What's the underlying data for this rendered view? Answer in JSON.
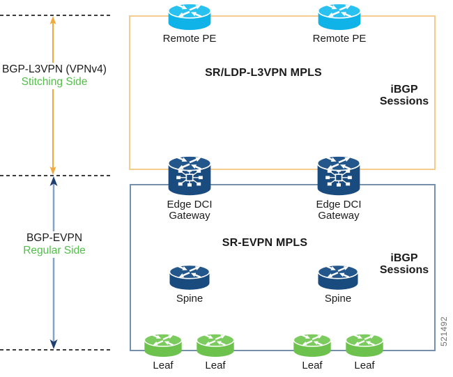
{
  "left_panel": {
    "stitching": {
      "title": "BGP-L3VPN (VPNv4)",
      "subtitle": "Stitching Side"
    },
    "regular": {
      "title": "BGP-EVPN",
      "subtitle": "Regular Side"
    }
  },
  "l3vpn_box": {
    "title": "SR/LDP-L3VPN MPLS",
    "session_label": {
      "line1": "iBGP",
      "line2": "Sessions"
    },
    "remote_pes": [
      {
        "label": "Remote PE"
      },
      {
        "label": "Remote PE"
      }
    ]
  },
  "evpn_box": {
    "title": "SR-EVPN MPLS",
    "session_label": {
      "line1": "iBGP",
      "line2": "Sessions"
    },
    "gateways": [
      {
        "line1": "Edge DCI",
        "line2": "Gateway"
      },
      {
        "line1": "Edge DCI",
        "line2": "Gateway"
      }
    ],
    "spines": [
      {
        "label": "Spine"
      },
      {
        "label": "Spine"
      }
    ],
    "leaves": [
      {
        "label": "Leaf"
      },
      {
        "label": "Leaf"
      },
      {
        "label": "Leaf"
      },
      {
        "label": "Leaf"
      }
    ]
  },
  "figure_number": "521492",
  "colors": {
    "router_cyan": "#10b3e8",
    "router_navy": "#1a4b7e",
    "router_green": "#6cc24c",
    "l3vpn_border": "#f5cc8e",
    "evpn_border": "#7590ac",
    "stitching_arrow": "#f2a93c",
    "regular_arrow_line": "#85a3c2",
    "regular_arrow_head": "#1d3f6e",
    "green_text": "#53bd4a"
  }
}
